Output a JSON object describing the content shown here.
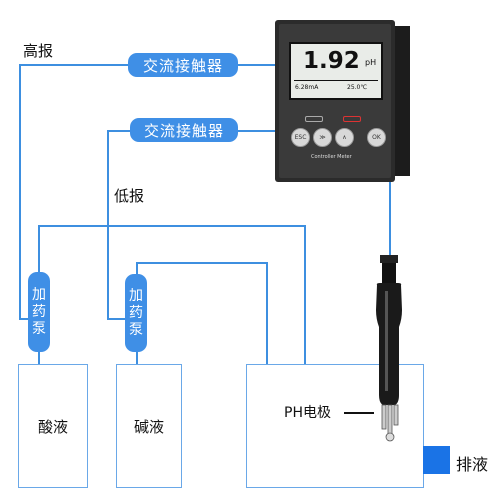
{
  "labels": {
    "high_alarm": "高报",
    "low_alarm": "低报",
    "contactor_1": "交流接触器",
    "contactor_2": "交流接触器",
    "pump_1": [
      "加",
      "药",
      "泵"
    ],
    "pump_2": [
      "加",
      "药",
      "泵"
    ],
    "acid_tank": "酸液",
    "alkali_tank": "碱液",
    "ph_electrode": "PH电极",
    "drain": "排液"
  },
  "meter": {
    "main_value": "1.92",
    "main_unit": "pH",
    "sub_left": "6.28mA",
    "sub_right": "25.0℃",
    "footer": "Controller Meter",
    "buttons": [
      "ESC",
      "≫",
      "∧",
      "OK"
    ]
  },
  "colors": {
    "accent": "#3f8fe6",
    "line": "#3d8fe0"
  }
}
